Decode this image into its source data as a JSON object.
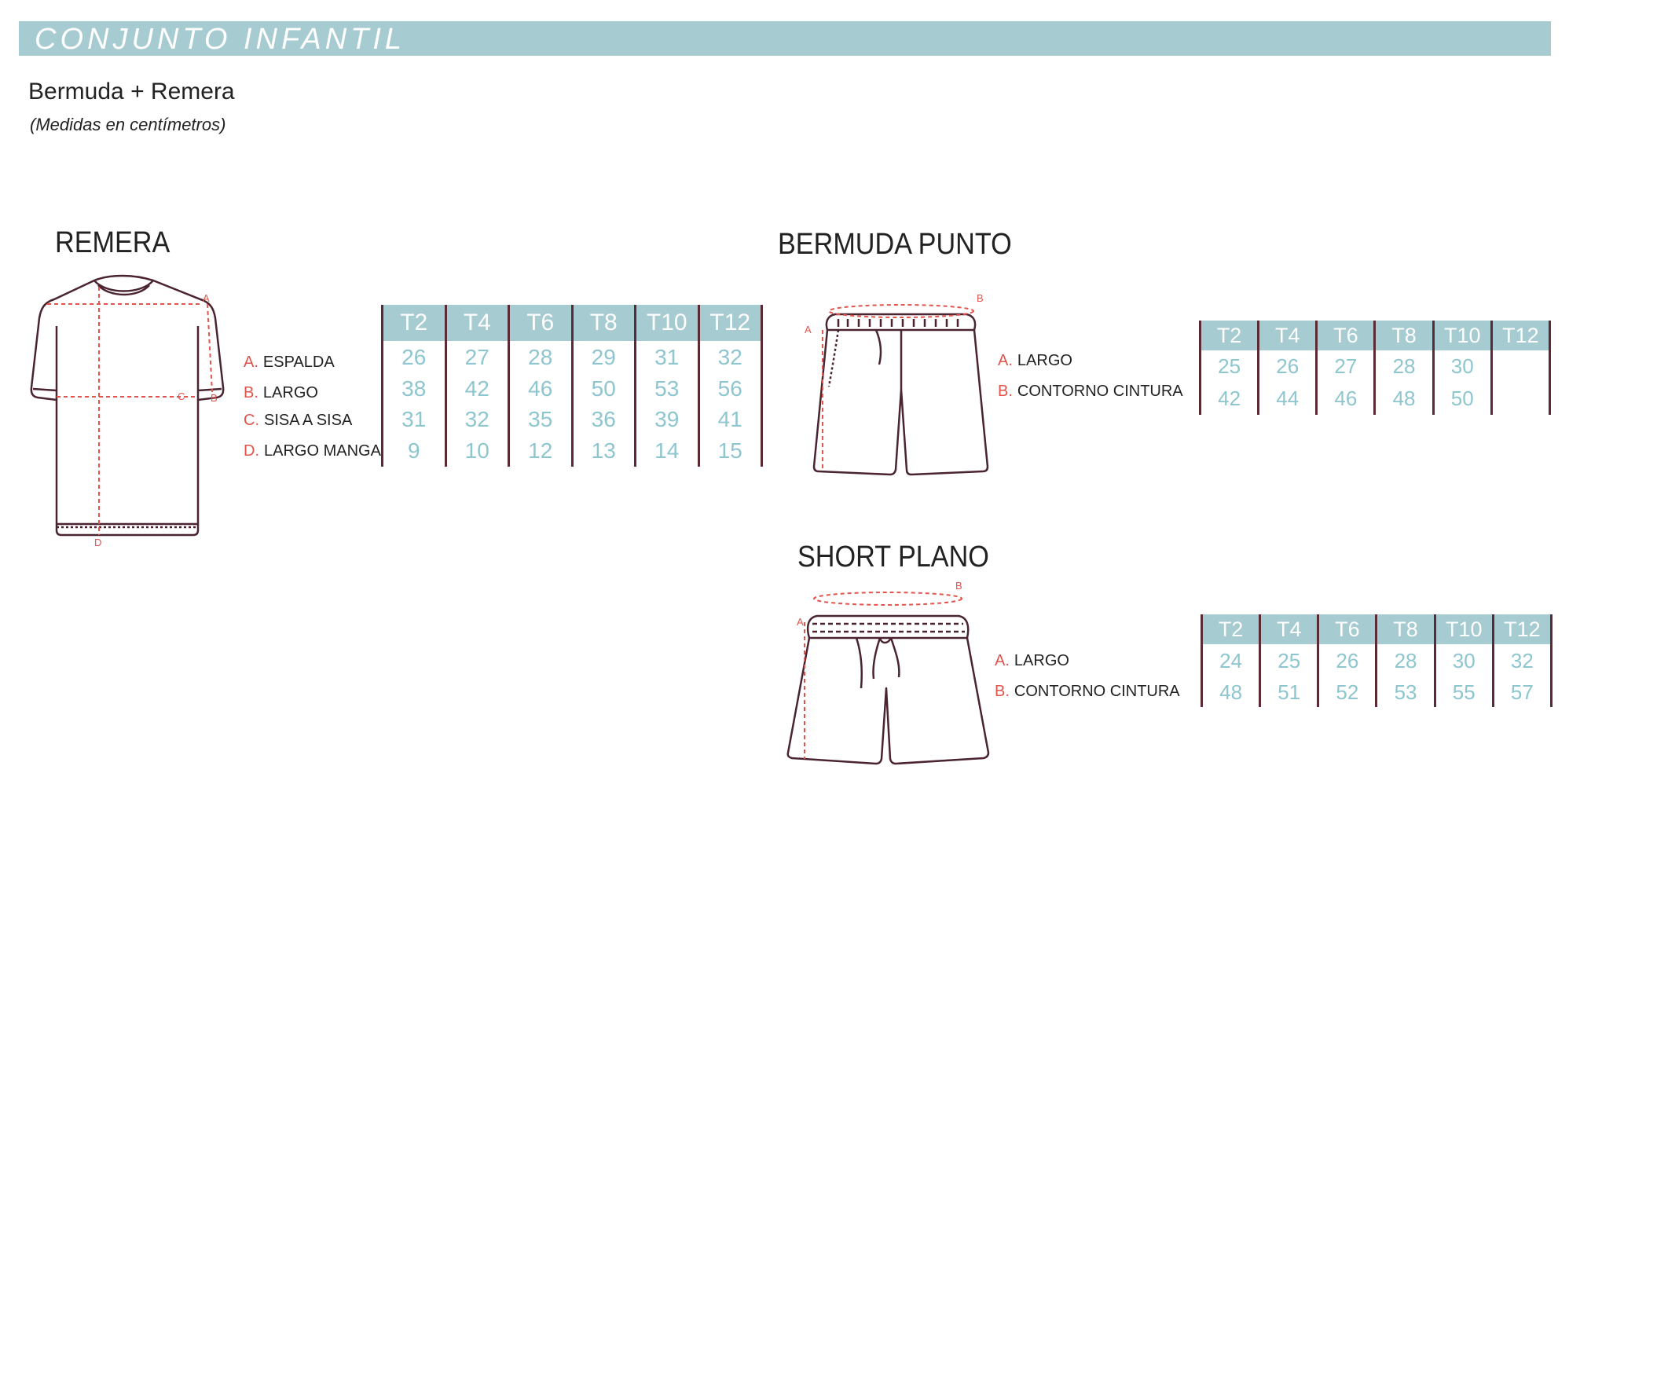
{
  "header": {
    "banner_title": "CONJUNTO INFANTIL",
    "subtitle": "Bermuda + Remera",
    "note": "(Medidas en centímetros)"
  },
  "colors": {
    "banner": "#a6cbd0",
    "size_values": "#8ec6cf",
    "measure_letter": "#e2544c",
    "column_rule": "#5a2a35"
  },
  "remera": {
    "title": "REMERA",
    "point_labels": [
      "A",
      "B",
      "C",
      "D"
    ],
    "legend": [
      {
        "letter": "A.",
        "label": "ESPALDA"
      },
      {
        "letter": "B.",
        "label": "LARGO"
      },
      {
        "letter": "C.",
        "label": "SISA A SISA"
      },
      {
        "letter": "D.",
        "label": "LARGO MANGA"
      }
    ],
    "sizes": [
      "T2",
      "T4",
      "T6",
      "T8",
      "T10",
      "T12"
    ],
    "rows": [
      [
        "26",
        "27",
        "28",
        "29",
        "31",
        "32"
      ],
      [
        "38",
        "42",
        "46",
        "50",
        "53",
        "56"
      ],
      [
        "31",
        "32",
        "35",
        "36",
        "39",
        "41"
      ],
      [
        "9",
        "10",
        "12",
        "13",
        "14",
        "15"
      ]
    ]
  },
  "bermuda": {
    "title": "BERMUDA PUNTO",
    "point_labels": [
      "A",
      "B"
    ],
    "legend": [
      {
        "letter": "A.",
        "label": "LARGO"
      },
      {
        "letter": "B.",
        "label": "CONTORNO CINTURA"
      }
    ],
    "sizes": [
      "T2",
      "T4",
      "T6",
      "T8",
      "T10",
      "T12"
    ],
    "rows": [
      [
        "25",
        "26",
        "27",
        "28",
        "30",
        ""
      ],
      [
        "42",
        "44",
        "46",
        "48",
        "50",
        ""
      ]
    ]
  },
  "short": {
    "title": "SHORT PLANO",
    "point_labels": [
      "A",
      "B"
    ],
    "legend": [
      {
        "letter": "A.",
        "label": "LARGO"
      },
      {
        "letter": "B.",
        "label": "CONTORNO CINTURA"
      }
    ],
    "sizes": [
      "T2",
      "T4",
      "T6",
      "T8",
      "T10",
      "T12"
    ],
    "rows": [
      [
        "24",
        "25",
        "26",
        "28",
        "30",
        "32"
      ],
      [
        "48",
        "51",
        "52",
        "53",
        "55",
        "57"
      ]
    ]
  }
}
